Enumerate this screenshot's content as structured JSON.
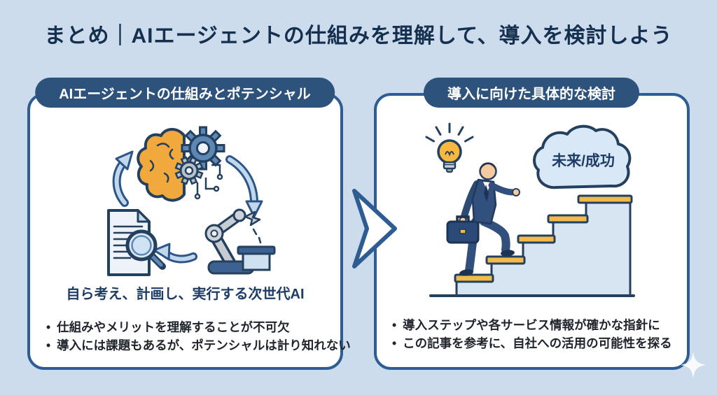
{
  "title": "まとめ｜AIエージェントの仕組みを理解して、導入を検討しよう",
  "panels": {
    "left": {
      "header": "AIエージェントの仕組みとポテンシャル",
      "caption": "自ら考え、計画し、実行する次世代AI",
      "bullet_glyph": "•",
      "bullets": [
        "仕組みやメリットを理解することが不可欠",
        "導入には課題もあるが、ポテンシャルは計り知れない"
      ]
    },
    "right": {
      "header": "導入に向けた具体的な検討",
      "cloud_label": "未来/成功",
      "bullet_glyph": "•",
      "bullets": [
        "導入ステップや各サービス情報が確かな指針に",
        "この記事を参考に、自社への活用の可能性を探る"
      ]
    }
  },
  "icons": {
    "left_illustration": [
      "brain-half-gears-icon",
      "gear-icon",
      "circuit-icon",
      "cycle-arrow-icon",
      "robot-arm-icon",
      "workbench-icon",
      "document-icon",
      "magnifier-icon"
    ],
    "right_illustration": [
      "lightbulb-icon",
      "cloud-icon",
      "businessman-climbing-icon",
      "briefcase-icon",
      "stairs-icon",
      "ground-line"
    ],
    "connector": "block-arrow-right-icon",
    "decoration": "sparkle-icon"
  },
  "colors": {
    "background": "#ccdcec",
    "panel_border": "#2d5d92",
    "pill_background": "#2d527b",
    "title_text": "#15304f",
    "caption_text": "#1d3c66",
    "body_text": "#20252d",
    "brain_orange": "#f1a83c",
    "stair_yellow": "#f2ba4a",
    "gear_steel_blue": "#5d87b4",
    "light_blue_fill": "#d7e5f3",
    "suit_navy": "#31507e",
    "outline_navy": "#24405f"
  }
}
